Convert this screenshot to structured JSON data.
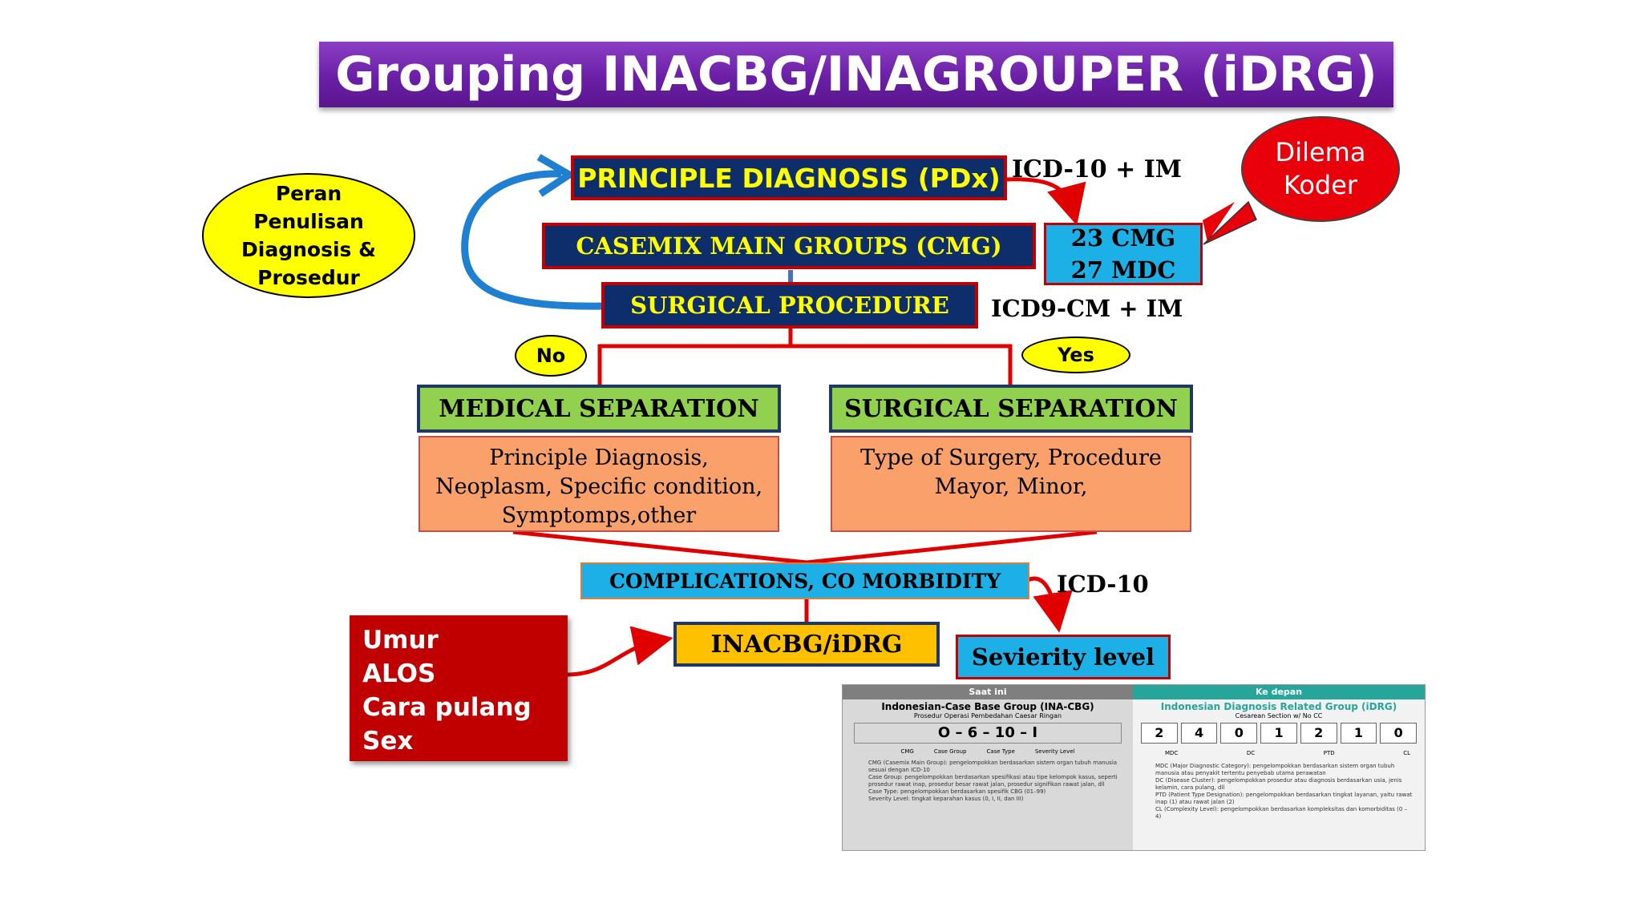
{
  "title": "Grouping INACBG/INAGROUPER (iDRG)",
  "flow": {
    "pdx": "PRINCIPLE DIAGNOSIS (PDx)",
    "cmg": "CASEMIX MAIN GROUPS (CMG)",
    "surgical_procedure": "SURGICAL PROCEDURE",
    "medical_separation": "MEDICAL SEPARATION",
    "surgical_separation": "SURGICAL SEPARATION",
    "medical_detail": [
      "Principle Diagnosis,",
      "Neoplasm, Specific condition,",
      "Symptomps,other"
    ],
    "surgical_detail": [
      "Type of Surgery, Procedure",
      "Mayor, Minor,"
    ],
    "complications": "COMPLICATIONS, CO MORBIDITY",
    "inacbg": "INACBG/iDRG",
    "severity": "Sevierity level",
    "cmg_mdc": [
      "23 CMG",
      "27 MDC"
    ]
  },
  "labels": {
    "icd10_im": "ICD-10 + IM",
    "icd9_im": "ICD9-CM + IM",
    "icd10": "ICD-10",
    "no": "No",
    "yes": "Yes"
  },
  "callouts": {
    "peran": [
      "Peran",
      "Penulisan",
      "Diagnosis &",
      "Prosedur"
    ],
    "dilema": [
      "Dilema",
      "Koder"
    ],
    "factors": [
      "Umur",
      "ALOS",
      "Cara pulang",
      "Sex"
    ]
  },
  "thumbnail": {
    "left_header": "Saat ini",
    "right_header": "Ke depan",
    "left_title": "Indonesian-Case Base Group (INA-CBG)",
    "left_subtitle": "Prosedur Operasi Pembedahan Caesar Ringan",
    "left_code": "O – 6 – 10 – I",
    "left_parts": [
      "CMG",
      "Case Group",
      "Case Type",
      "Severity Level"
    ],
    "left_notes": [
      "CMG (Casemix Main Group): pengelompokkan berdasarkan sistem organ tubuh manusia sesuai dengan ICD-10",
      "Case Group: pengelompokkan berdasarkan spesifikasi atau tipe kelompok kasus, seperti prosedur rawat inap, prosedur besar rawat jalan, prosedur signifikan rawat jalan, dll",
      "Case Type: pengelompokkan berdasarkan spesifik CBG (01–99)",
      "Severity Level: tingkat keparahan kasus (0, I, II, dan III)"
    ],
    "right_title": "Indonesian Diagnosis Related Group (iDRG)",
    "right_subtitle": "Cesarean Section w/ No CC",
    "right_digits": [
      "2",
      "4",
      "0",
      "1",
      "2",
      "1",
      "0"
    ],
    "right_parts": [
      "MDC",
      "DC",
      "PTD",
      "CL"
    ],
    "right_notes": [
      "MDC (Major Diagnostic Category): pengelompokkan berdasarkan sistem organ tubuh manusia atau penyakit tertentu penyebab utama perawatan",
      "DC (Disease Cluster): pengelompokkan prosedur atau diagnosis berdasarkan usia, jenis kelamin, cara pulang, dll",
      "PTD (Patient Type Designation): pengelompokkan berdasarkan tingkat layanan, yaitu rawat inap (1) atau rawat jalan (2)",
      "CL (Complexity Level): pengelompokkan berdasarkan kompleksitas dan komorbiditas (0 – 4)"
    ]
  },
  "colors": {
    "title_bg": "#6a1fa6",
    "navy": "#0d2d6b",
    "yellow_text": "#ffff00",
    "red": "#c00000",
    "green": "#92d050",
    "orange": "#f9a06b",
    "cyan": "#1cb0e6",
    "amber": "#ffc000",
    "teal": "#26a69a"
  }
}
